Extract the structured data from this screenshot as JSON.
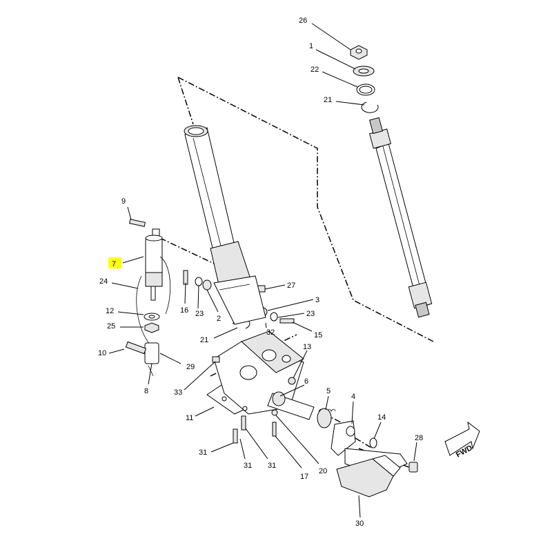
{
  "callouts": {
    "c26": "26",
    "c1": "1",
    "c22": "22",
    "c21a": "21",
    "c9": "9",
    "c7": "7",
    "c24": "24",
    "c12": "12",
    "c25": "25",
    "c10": "10",
    "c8": "8",
    "c29": "29",
    "c16": "16",
    "c23a": "23",
    "c2": "2",
    "c27": "27",
    "c3": "3",
    "c23b": "23",
    "c32": "32",
    "c15": "15",
    "c21b": "21",
    "c13": "13",
    "c33": "33",
    "c6": "6",
    "c11": "11",
    "c5": "5",
    "c4": "4",
    "c14": "14",
    "c28": "28",
    "c31a": "31",
    "c31b": "31",
    "c31c": "31",
    "c17": "17",
    "c20": "20",
    "c30": "30",
    "fwd": "FWD"
  },
  "colors": {
    "highlight": "#ffff00",
    "line": "#000000"
  },
  "highlighted_callout": "7"
}
